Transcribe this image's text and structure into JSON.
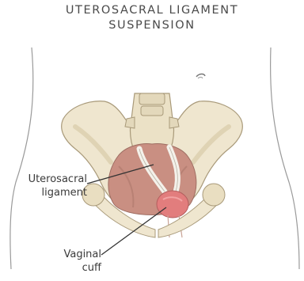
{
  "title": {
    "line1": "UTEROSACRAL LIGAMENT",
    "line2": "SUSPENSION"
  },
  "labels": {
    "uterosacral_line1": "Uterosacral",
    "uterosacral_line2": "ligament",
    "vaginal_line1": "Vaginal",
    "vaginal_line2": "cuff"
  },
  "colors": {
    "bone": "#efe6cf",
    "bone_shadow": "#d9cba8",
    "muscle": "#c98f82",
    "cuff": "#e27d7d",
    "ligament": "#f4f1ea",
    "outline": "#8a8a8a",
    "leader_line": "#333333"
  }
}
